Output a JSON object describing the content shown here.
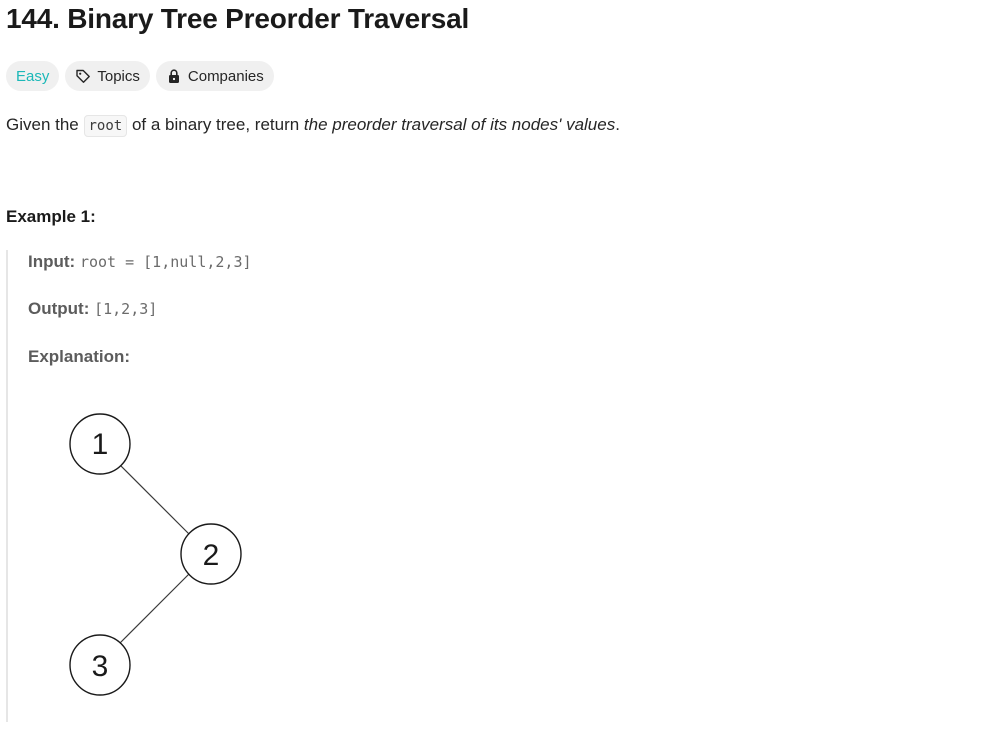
{
  "problem": {
    "title": "144. Binary Tree Preorder Traversal",
    "difficulty": "Easy",
    "difficulty_color": "#1cb8b8",
    "tags": {
      "topics_label": "Topics",
      "topics_icon": "tag-icon",
      "companies_label": "Companies",
      "companies_icon": "lock-icon"
    },
    "description": {
      "before": "Given the ",
      "code": "root",
      "middle": " of a binary tree, return ",
      "emphasis": "the preorder traversal of its nodes' values",
      "after": "."
    }
  },
  "example1": {
    "heading": "Example 1:",
    "input_label": "Input:",
    "input_value": "root = [1,null,2,3]",
    "output_label": "Output:",
    "output_value": "[1,2,3]",
    "explanation_label": "Explanation:",
    "tree": {
      "nodes": [
        {
          "id": "n1",
          "label": "1"
        },
        {
          "id": "n2",
          "label": "2"
        },
        {
          "id": "n3",
          "label": "3"
        }
      ],
      "edges": [
        {
          "from": "n1",
          "to": "n2"
        },
        {
          "from": "n2",
          "to": "n3"
        }
      ]
    }
  }
}
